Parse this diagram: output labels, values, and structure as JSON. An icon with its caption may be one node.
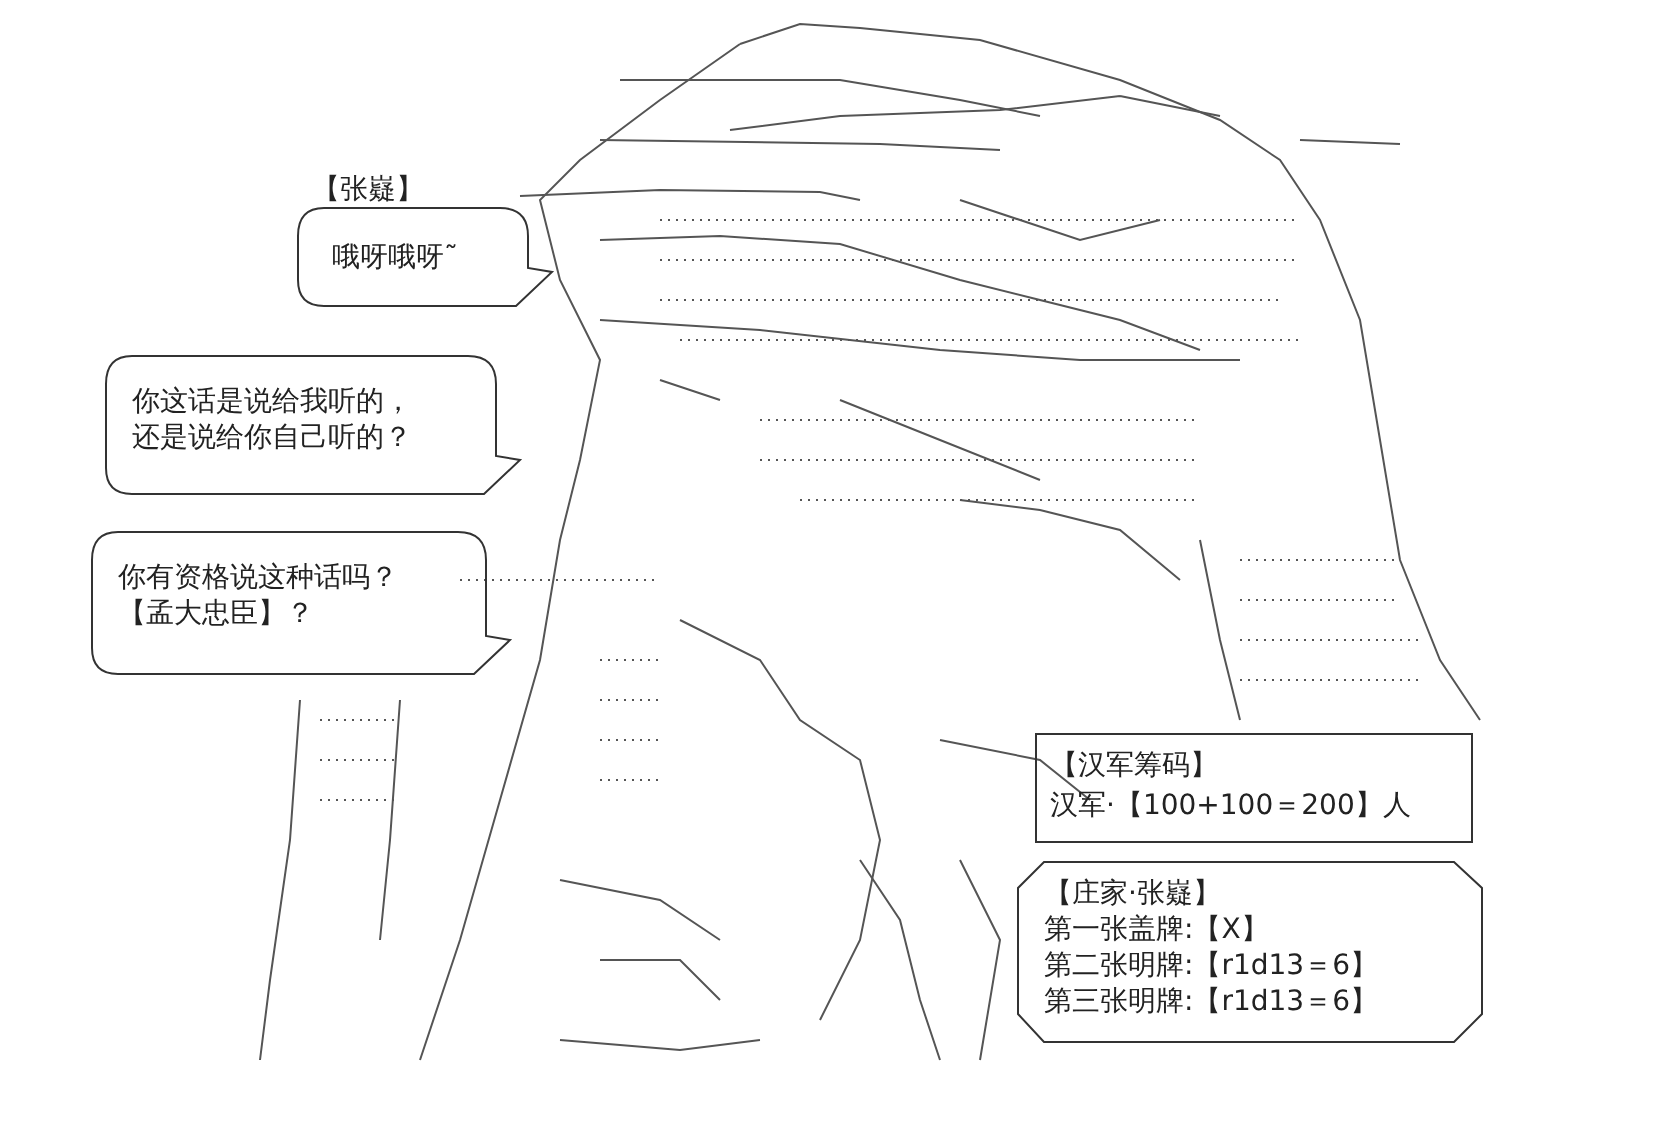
{
  "diagram": {
    "nodes": [
      {
        "text": [
          "【张嶷】",
          "哦呀哦呀˜"
        ]
      },
      {
        "text": [
          "你这话是说给我听的，还是说给你自己听的？"
        ]
      },
      {
        "text": [
          "你有资格说这种话吗？【孟大忠臣】？"
        ]
      },
      {
        "text": [
          "【汉军筹码】",
          "汉军·【100+100＝200】人"
        ]
      },
      {
        "text": [
          "【庄家·张嶷】",
          "第一张盖牌:【X】",
          "第二张明牌:【r1d13＝6】",
          "第三张明牌:【r1d13＝6】"
        ]
      }
    ]
  }
}
